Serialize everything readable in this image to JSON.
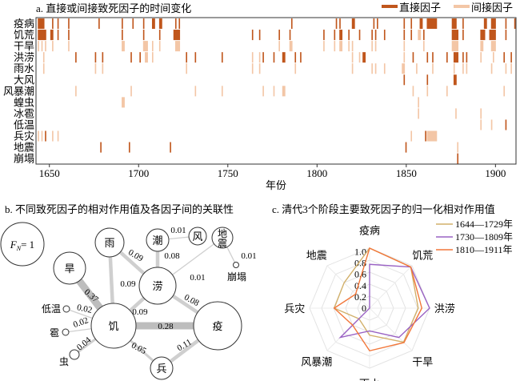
{
  "chart_data": [
    {
      "type": "heatmap",
      "title": "a. 直接或间接致死因子的时间变化",
      "xlabel": "年份",
      "xlim": [
        1643,
        1911
      ],
      "xticks": [
        1650,
        1700,
        1750,
        1800,
        1850,
        1900
      ],
      "legend": {
        "position": "top-right",
        "direct": "直接因子",
        "indirect": "间接因子"
      },
      "colors": {
        "direct": "#c0561c",
        "indirect": "#f3c6a6"
      },
      "rows": [
        {
          "label": "疫病",
          "direct": [
            [
              1644,
              1647
            ],
            [
              1652,
              1652
            ],
            [
              1655,
              1655
            ],
            [
              1661,
              1661
            ],
            [
              1678,
              1678
            ],
            [
              1691,
              1691
            ],
            [
              1697,
              1697
            ],
            [
              1703,
              1703
            ],
            [
              1708,
              1709
            ],
            [
              1712,
              1713
            ],
            [
              1721,
              1721
            ],
            [
              1723,
              1723
            ],
            [
              1786,
              1786
            ],
            [
              1811,
              1811
            ],
            [
              1813,
              1813
            ],
            [
              1820,
              1821
            ],
            [
              1832,
              1832
            ],
            [
              1834,
              1834
            ],
            [
              1849,
              1849
            ],
            [
              1853,
              1853
            ],
            [
              1858,
              1859
            ],
            [
              1862,
              1867
            ],
            [
              1876,
              1878
            ],
            [
              1882,
              1882
            ],
            [
              1894,
              1895
            ],
            [
              1898,
              1900
            ],
            [
              1906,
              1906
            ],
            [
              1911,
              1911
            ]
          ],
          "indirect": []
        },
        {
          "label": "饥荒",
          "direct": [
            [
              1644,
              1648
            ],
            [
              1651,
              1652
            ],
            [
              1655,
              1655
            ],
            [
              1661,
              1661
            ],
            [
              1691,
              1691
            ],
            [
              1703,
              1703
            ],
            [
              1712,
              1712
            ],
            [
              1720,
              1723
            ],
            [
              1764,
              1764
            ],
            [
              1768,
              1768
            ],
            [
              1779,
              1779
            ],
            [
              1785,
              1785
            ],
            [
              1804,
              1804
            ],
            [
              1810,
              1810
            ],
            [
              1813,
              1814
            ],
            [
              1818,
              1818
            ],
            [
              1824,
              1824
            ],
            [
              1831,
              1831
            ],
            [
              1833,
              1833
            ],
            [
              1838,
              1838
            ],
            [
              1849,
              1849
            ],
            [
              1853,
              1853
            ],
            [
              1860,
              1860
            ],
            [
              1876,
              1879
            ],
            [
              1882,
              1882
            ],
            [
              1892,
              1894
            ],
            [
              1897,
              1900
            ],
            [
              1906,
              1906
            ]
          ],
          "indirect": [
            [
              1857,
              1858
            ]
          ]
        },
        {
          "label": "干旱",
          "direct": [],
          "indirect": [
            [
              1644,
              1644
            ],
            [
              1646,
              1646
            ],
            [
              1648,
              1648
            ],
            [
              1652,
              1652
            ],
            [
              1661,
              1661
            ],
            [
              1691,
              1692
            ],
            [
              1703,
              1705
            ],
            [
              1708,
              1708
            ],
            [
              1712,
              1712
            ],
            [
              1721,
              1723
            ],
            [
              1779,
              1779
            ],
            [
              1785,
              1786
            ],
            [
              1804,
              1804
            ],
            [
              1810,
              1810
            ],
            [
              1813,
              1814
            ],
            [
              1818,
              1818
            ],
            [
              1820,
              1820
            ],
            [
              1831,
              1831
            ],
            [
              1833,
              1833
            ],
            [
              1849,
              1849
            ],
            [
              1860,
              1860
            ],
            [
              1876,
              1879
            ],
            [
              1892,
              1893
            ],
            [
              1898,
              1900
            ]
          ]
        },
        {
          "label": "洪涝",
          "direct": [
            [
              1665,
              1665
            ],
            [
              1676,
              1676
            ],
            [
              1680,
              1680
            ],
            [
              1696,
              1696
            ],
            [
              1701,
              1701
            ],
            [
              1727,
              1727
            ],
            [
              1732,
              1732
            ],
            [
              1747,
              1747
            ],
            [
              1770,
              1770
            ],
            [
              1776,
              1776
            ],
            [
              1781,
              1782
            ],
            [
              1788,
              1788
            ],
            [
              1791,
              1791
            ],
            [
              1826,
              1827
            ],
            [
              1854,
              1854
            ],
            [
              1862,
              1862
            ],
            [
              1865,
              1865
            ],
            [
              1873,
              1873
            ],
            [
              1877,
              1879
            ],
            [
              1882,
              1882
            ],
            [
              1884,
              1884
            ],
            [
              1905,
              1905
            ],
            [
              1909,
              1909
            ]
          ],
          "indirect": [
            [
              1647,
              1647
            ],
            [
              1704,
              1705
            ],
            [
              1708,
              1708
            ],
            [
              1764,
              1764
            ],
            [
              1768,
              1768
            ],
            [
              1820,
              1820
            ],
            [
              1824,
              1824
            ],
            [
              1849,
              1849
            ],
            [
              1892,
              1892
            ],
            [
              1899,
              1899
            ]
          ]
        },
        {
          "label": "雨水",
          "direct": [],
          "indirect": [
            [
              1647,
              1647
            ],
            [
              1676,
              1676
            ],
            [
              1680,
              1680
            ],
            [
              1727,
              1727
            ],
            [
              1764,
              1764
            ],
            [
              1768,
              1768
            ],
            [
              1788,
              1788
            ],
            [
              1820,
              1820
            ],
            [
              1831,
              1831
            ],
            [
              1833,
              1833
            ],
            [
              1838,
              1838
            ],
            [
              1848,
              1849
            ],
            [
              1856,
              1856
            ],
            [
              1865,
              1865
            ],
            [
              1877,
              1877
            ],
            [
              1882,
              1882
            ],
            [
              1884,
              1884
            ],
            [
              1898,
              1898
            ],
            [
              1906,
              1906
            ],
            [
              1909,
              1909
            ]
          ]
        },
        {
          "label": "大风",
          "direct": [
            [
              1849,
              1849
            ],
            [
              1862,
              1862
            ],
            [
              1877,
              1878
            ]
          ],
          "indirect": []
        },
        {
          "label": "风暴潮",
          "direct": [],
          "indirect": [
            [
              1665,
              1665
            ],
            [
              1696,
              1696
            ],
            [
              1732,
              1732
            ],
            [
              1747,
              1747
            ],
            [
              1770,
              1770
            ],
            [
              1776,
              1776
            ],
            [
              1781,
              1782
            ],
            [
              1854,
              1854
            ],
            [
              1862,
              1862
            ],
            [
              1873,
              1873
            ],
            [
              1905,
              1905
            ]
          ]
        },
        {
          "label": "蝗虫",
          "direct": [],
          "indirect": [
            [
              1691,
              1692
            ],
            [
              1857,
              1857
            ]
          ]
        },
        {
          "label": "冰雹",
          "direct": [],
          "indirect": [
            [
              1857,
              1857
            ],
            [
              1878,
              1878
            ],
            [
              1892,
              1892
            ]
          ]
        },
        {
          "label": "低温",
          "direct": [
            [
              1906,
              1906
            ]
          ],
          "indirect": [
            [
              1892,
              1892
            ],
            [
              1898,
              1898
            ]
          ]
        },
        {
          "label": "兵灾",
          "direct": [
            [
              1648,
              1648
            ],
            [
              1861,
              1861
            ]
          ],
          "indirect": [
            [
              1644,
              1644
            ],
            [
              1646,
              1646
            ],
            [
              1652,
              1652
            ],
            [
              1655,
              1655
            ],
            [
              1853,
              1853
            ],
            [
              1862,
              1867
            ]
          ]
        },
        {
          "label": "地震",
          "direct": [
            [
              1679,
              1679
            ],
            [
              1695,
              1695
            ],
            [
              1718,
              1718
            ],
            [
              1850,
              1850
            ]
          ],
          "indirect": [
            [
              1879,
              1879
            ]
          ]
        },
        {
          "label": "崩塌",
          "direct": [
            [
              1879,
              1879
            ]
          ],
          "indirect": []
        }
      ]
    },
    {
      "type": "network",
      "title": "b. 不同致死因子的相对作用值及各因子间的关联性",
      "scale_label": "F",
      "scale_sub": "N",
      "scale_value": "= 1",
      "nodes": [
        {
          "id": "travel",
          "label": "旱"
        },
        {
          "id": "rain",
          "label": "雨"
        },
        {
          "id": "tide",
          "label": "潮"
        },
        {
          "id": "wind",
          "label": "风"
        },
        {
          "id": "quake",
          "label": "地震"
        },
        {
          "id": "collapse",
          "label": "崩塌"
        },
        {
          "id": "flood",
          "label": "涝"
        },
        {
          "id": "famine",
          "label": "饥"
        },
        {
          "id": "plague",
          "label": "疫"
        },
        {
          "id": "war",
          "label": "兵"
        },
        {
          "id": "cold",
          "label": "低温"
        },
        {
          "id": "hail",
          "label": "雹"
        },
        {
          "id": "insect",
          "label": "虫"
        }
      ],
      "edges": [
        {
          "from": "travel",
          "to": "famine",
          "value": "0.37"
        },
        {
          "from": "famine",
          "to": "plague",
          "value": "0.28"
        },
        {
          "from": "plague",
          "to": "war",
          "value": "0.11"
        },
        {
          "from": "rain",
          "to": "flood",
          "value": "0.09"
        },
        {
          "from": "rain",
          "to": "famine",
          "value": "0.09"
        },
        {
          "from": "flood",
          "to": "famine",
          "value": "0.09"
        },
        {
          "from": "flood",
          "to": "plague",
          "value": "0.08"
        },
        {
          "from": "tide",
          "to": "flood",
          "value": "0.08"
        },
        {
          "from": "famine",
          "to": "war",
          "value": "0.05"
        },
        {
          "from": "famine",
          "to": "insect",
          "value": "0.04"
        },
        {
          "from": "famine",
          "to": "cold",
          "value": "0.02"
        },
        {
          "from": "famine",
          "to": "hail",
          "value": "0.02"
        },
        {
          "from": "tide",
          "to": "wind",
          "value": "0.01"
        },
        {
          "from": "quake",
          "to": "flood",
          "value": "0.01"
        },
        {
          "from": "quake",
          "to": "collapse",
          "value": "0.01"
        }
      ]
    },
    {
      "type": "radar",
      "title": "c. 清代3个阶段主要致死因子的归一化相对作用值",
      "axes": [
        "疫病",
        "饥荒",
        "洪涝",
        "干旱",
        "雨水",
        "风暴潮",
        "兵灾",
        "地震"
      ],
      "rlim": [
        0,
        1.0
      ],
      "rticks": [
        "0",
        "0.2",
        "0.4",
        "0.6",
        "0.8",
        "1.0"
      ],
      "legend_position": "top-right",
      "series": [
        {
          "name": "1644—1729年",
          "color": "#d2b06a",
          "values": [
            1.0,
            0.97,
            0.81,
            0.8,
            0.45,
            0.25,
            0.59,
            0.6
          ]
        },
        {
          "name": "1730—1809年",
          "color": "#9a63c4",
          "values": [
            0.73,
            0.97,
            1.0,
            0.69,
            0.38,
            0.69,
            0.0,
            0.0
          ]
        },
        {
          "name": "1810—1911年",
          "color": "#f2773a",
          "values": [
            1.0,
            0.97,
            0.87,
            0.81,
            0.71,
            0.4,
            0.59,
            0.33
          ]
        }
      ]
    }
  ]
}
